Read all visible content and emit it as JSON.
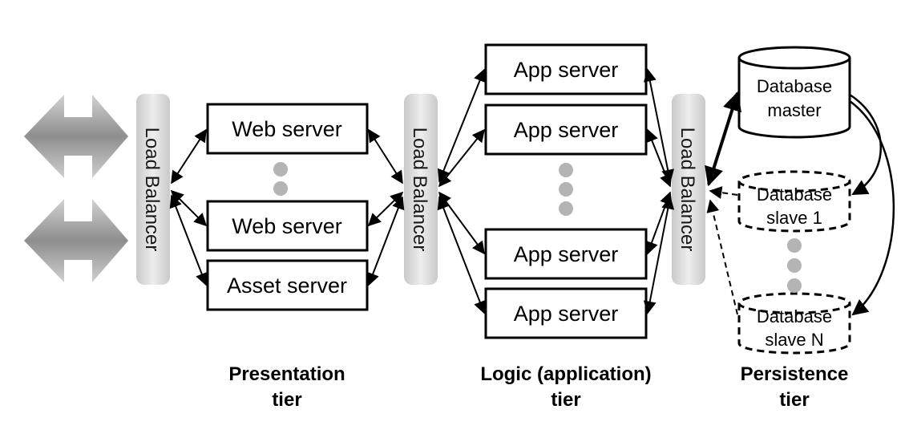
{
  "load_balancers": [
    {
      "label": "Load Balancer"
    },
    {
      "label": "Load Balancer"
    },
    {
      "label": "Load Balancer"
    }
  ],
  "presentation": {
    "web_server_1": "Web server",
    "web_server_2": "Web server",
    "asset_server": "Asset server"
  },
  "logic": {
    "app_server_1": "App server",
    "app_server_2": "App server",
    "app_server_3": "App server",
    "app_server_4": "App server"
  },
  "persistence": {
    "master": [
      "Database",
      "master"
    ],
    "slave_1": [
      "Database",
      "slave 1"
    ],
    "slave_n": [
      "Database",
      "slave N"
    ]
  },
  "tiers": {
    "presentation": [
      "Presentation",
      "tier"
    ],
    "logic": [
      "Logic (application)",
      "tier"
    ],
    "persistence": [
      "Persistence",
      "tier"
    ]
  },
  "colors": {
    "stroke": "#000000",
    "lb_fill": "#dcdcdc",
    "ellipsis_dot": "#b4b4b4",
    "client_arrow": "#9a9a9a"
  }
}
